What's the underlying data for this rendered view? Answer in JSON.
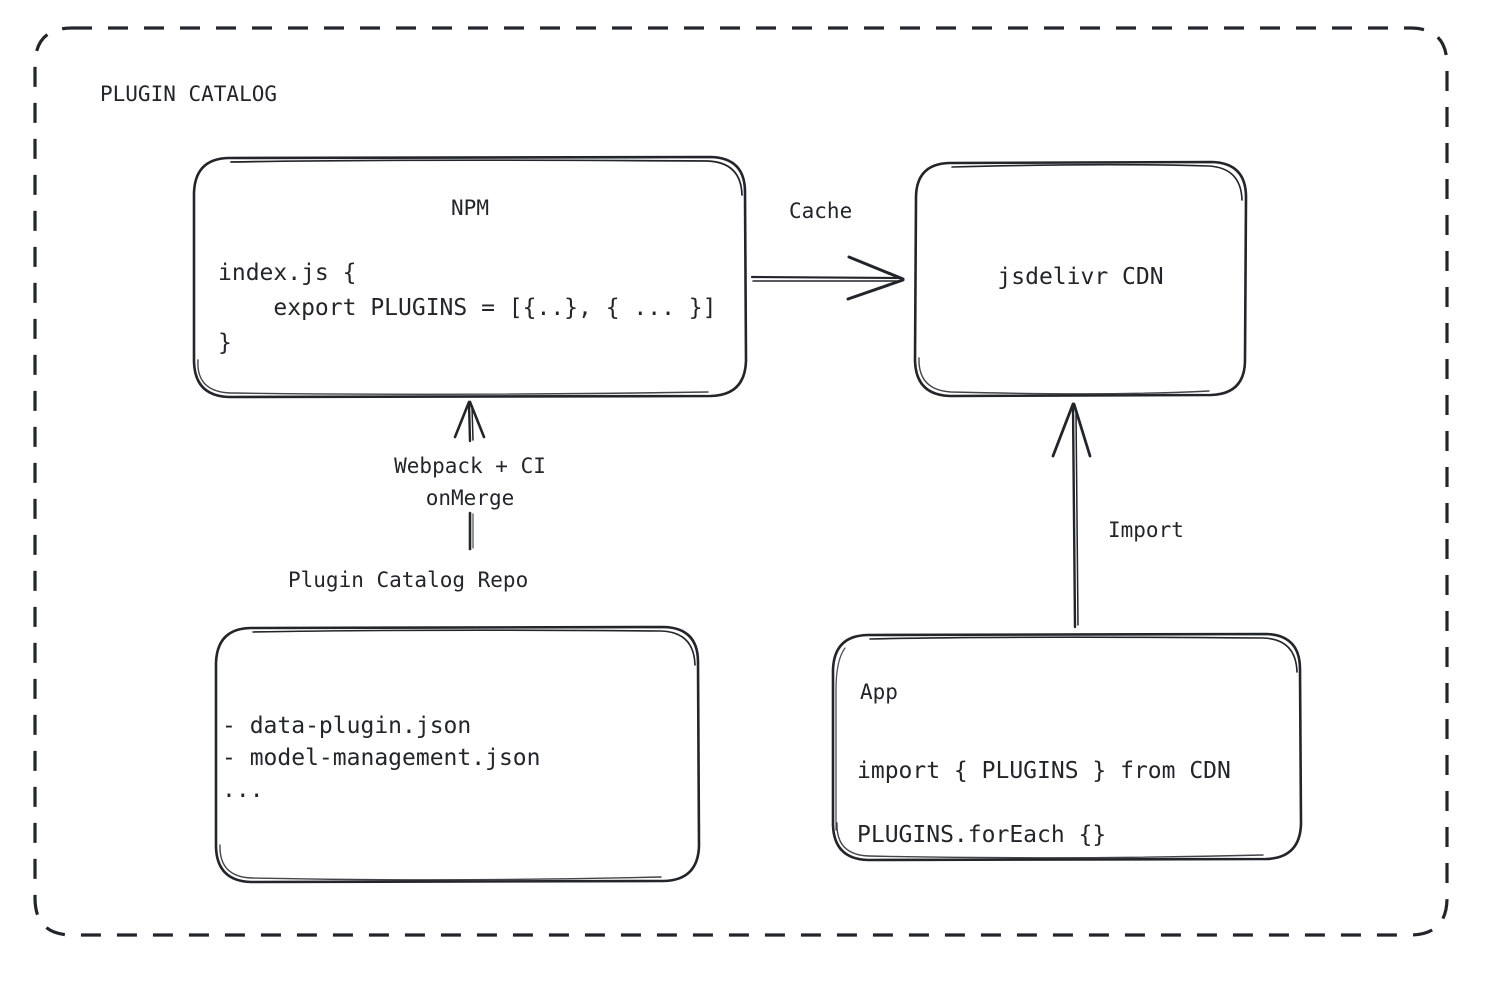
{
  "diagram": {
    "group_title": "PLUGIN CATALOG",
    "background": "#ffffff",
    "stroke_color": "#22252a",
    "nodes": {
      "npm": {
        "title": "NPM",
        "code": "index.js {\n    export PLUGINS = [{..}, { ... }]\n}"
      },
      "cdn": {
        "title": "jsdelivr CDN"
      },
      "repo": {
        "title": "Plugin Catalog Repo",
        "files": "- data-plugin.json\n- model-management.json\n..."
      },
      "app": {
        "title": "App",
        "line1": "import { PLUGINS } from CDN",
        "line2": "PLUGINS.forEach {}"
      }
    },
    "edges": {
      "cache": "Cache",
      "import": "Import",
      "build": "Webpack + CI\nonMerge"
    }
  }
}
